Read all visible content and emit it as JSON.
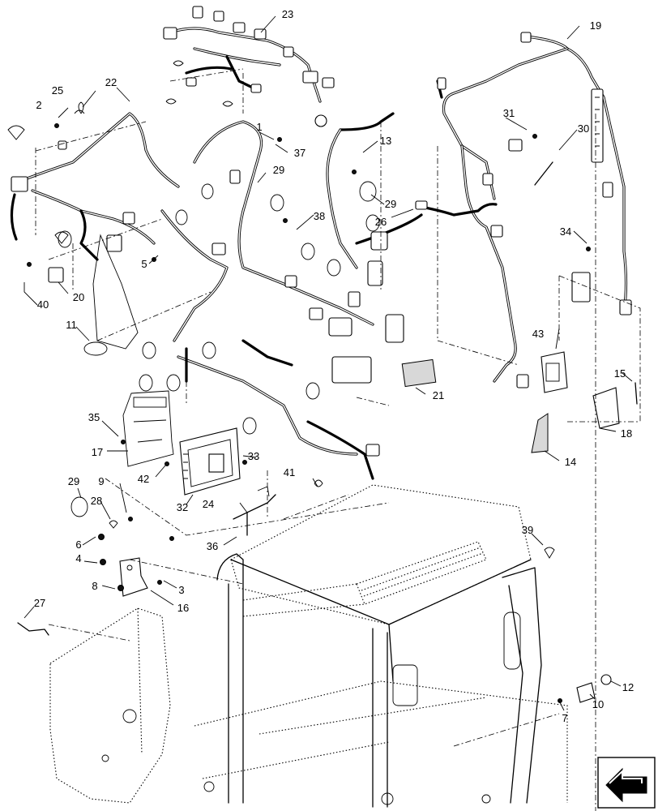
{
  "callouts": [
    {
      "id": "c1",
      "text": "1"
    },
    {
      "id": "c2",
      "text": "2"
    },
    {
      "id": "c3",
      "text": "3"
    },
    {
      "id": "c4",
      "text": "4"
    },
    {
      "id": "c5",
      "text": "5"
    },
    {
      "id": "c6",
      "text": "6"
    },
    {
      "id": "c7",
      "text": "7"
    },
    {
      "id": "c8",
      "text": "8"
    },
    {
      "id": "c9",
      "text": "9"
    },
    {
      "id": "c10",
      "text": "10"
    },
    {
      "id": "c11",
      "text": "11"
    },
    {
      "id": "c12",
      "text": "12"
    },
    {
      "id": "c13",
      "text": "13"
    },
    {
      "id": "c14",
      "text": "14"
    },
    {
      "id": "c15",
      "text": "15"
    },
    {
      "id": "c16",
      "text": "16"
    },
    {
      "id": "c17",
      "text": "17"
    },
    {
      "id": "c18",
      "text": "18"
    },
    {
      "id": "c19",
      "text": "19"
    },
    {
      "id": "c20",
      "text": "20"
    },
    {
      "id": "c21",
      "text": "21"
    },
    {
      "id": "c22",
      "text": "22"
    },
    {
      "id": "c23",
      "text": "23"
    },
    {
      "id": "c24",
      "text": "24"
    },
    {
      "id": "c25",
      "text": "25"
    },
    {
      "id": "c26",
      "text": "26"
    },
    {
      "id": "c27",
      "text": "27"
    },
    {
      "id": "c28",
      "text": "28"
    },
    {
      "id": "c29a",
      "text": "29"
    },
    {
      "id": "c29b",
      "text": "29"
    },
    {
      "id": "c29c",
      "text": "29"
    },
    {
      "id": "c30",
      "text": "30"
    },
    {
      "id": "c31",
      "text": "31"
    },
    {
      "id": "c32",
      "text": "32"
    },
    {
      "id": "c33",
      "text": "33"
    },
    {
      "id": "c34",
      "text": "34"
    },
    {
      "id": "c35",
      "text": "35"
    },
    {
      "id": "c36",
      "text": "36"
    },
    {
      "id": "c37",
      "text": "37"
    },
    {
      "id": "c38",
      "text": "38"
    },
    {
      "id": "c39",
      "text": "39"
    },
    {
      "id": "c40",
      "text": "40"
    },
    {
      "id": "c41",
      "text": "41"
    },
    {
      "id": "c42",
      "text": "42"
    },
    {
      "id": "c43",
      "text": "43"
    }
  ],
  "nav_icon": "next-page-arrow-icon",
  "colors": {
    "line": "#000000",
    "background": "#ffffff"
  }
}
